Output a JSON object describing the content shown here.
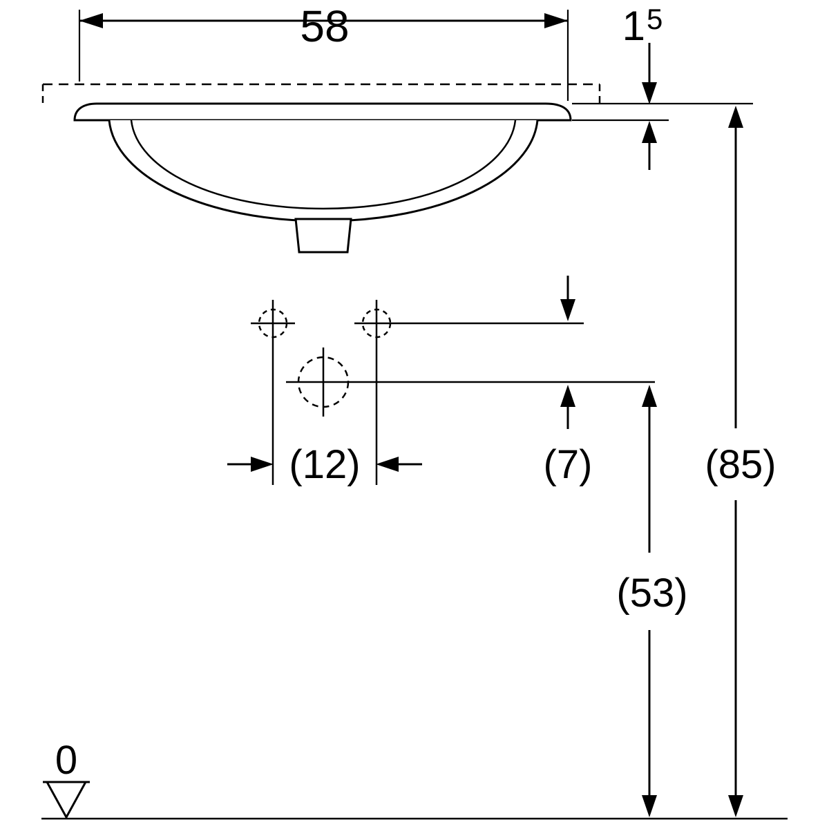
{
  "drawing": {
    "title": "Washbasin dimensional drawing",
    "background": "#ffffff",
    "line_color": "#000000",
    "labels": {
      "width": "58",
      "thickness_main": "1",
      "thickness_sup": "5",
      "tap_spacing": "(12)",
      "offset_small": "(7)",
      "height_mid": "(53)",
      "height_total": "(85)",
      "datum": "0"
    }
  }
}
